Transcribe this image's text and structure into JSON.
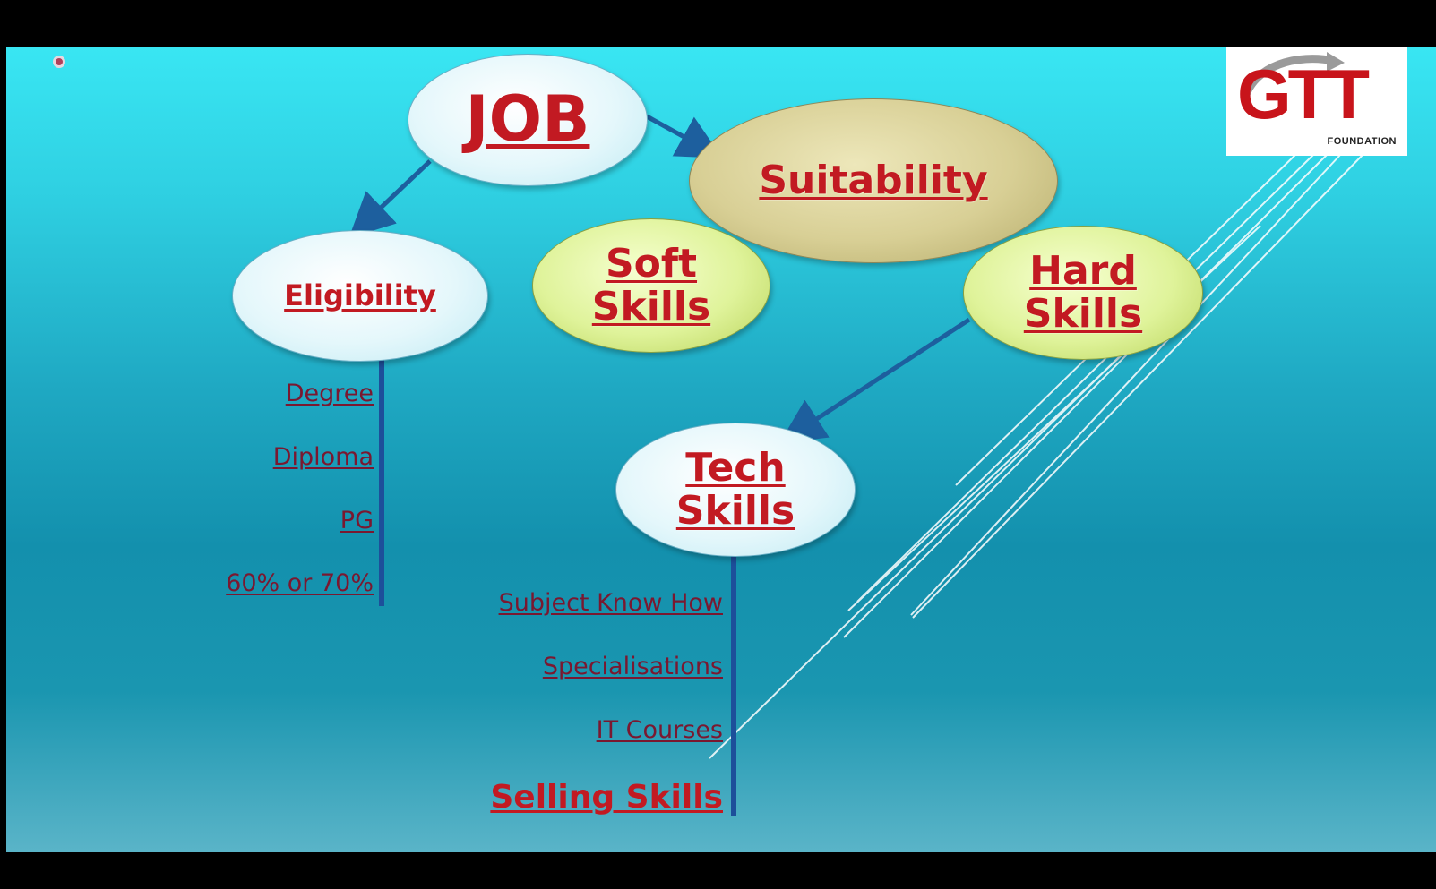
{
  "slide": {
    "title": "JOB",
    "nodes": {
      "job": "JOB",
      "suitability": "Suitability",
      "eligibility": "Eligibility",
      "soft_skills_line1": "Soft",
      "soft_skills_line2": "Skills",
      "hard_skills_line1": "Hard",
      "hard_skills_line2": "Skills",
      "tech_skills_line1": "Tech",
      "tech_skills_line2": "Skills"
    },
    "eligibility_items": [
      "Degree",
      "Diploma",
      "PG",
      "60% or 70%"
    ],
    "tech_items": [
      "Subject Know How",
      "Specialisations",
      "IT Courses",
      "Selling Skills"
    ]
  },
  "logo": {
    "mark": "GTT",
    "subtitle": "FOUNDATION"
  },
  "colors": {
    "node_text": "#c21a22",
    "item_text": "#7a1830",
    "connector": "#1d5f9e",
    "bg_top": "#39e6f3",
    "bg_bottom": "#1390ad"
  }
}
